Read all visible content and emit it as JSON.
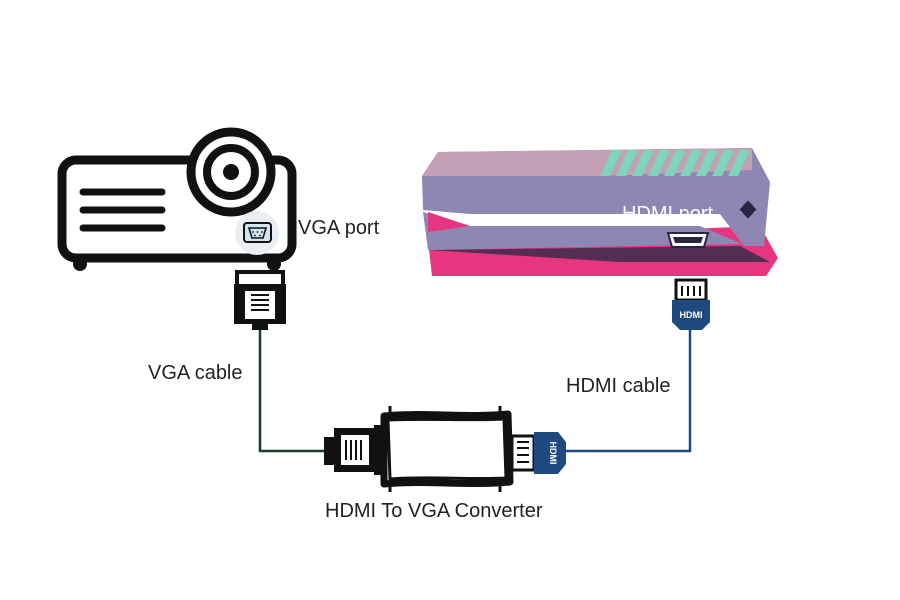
{
  "labels": {
    "vga_port": "VGA port",
    "hdmi_port": "HDMI port",
    "vga_cable": "VGA cable",
    "hdmi_cable": "HDMI cable",
    "converter": "HDMI To VGA Converter",
    "hdmi_plug_text": "HDMI"
  },
  "icons": {
    "projector": "projector-icon",
    "game_console": "game-console-icon",
    "vga_connector": "vga-connector-icon",
    "hdmi_connector": "hdmi-connector-icon",
    "converter": "converter-box-icon"
  },
  "colors": {
    "console_top": "#c9a3b3",
    "console_body": "#8e86b3",
    "console_pink": "#e8357f",
    "console_dark": "#3a2b4a",
    "vent": "#7fd3b8",
    "hdmi_blue": "#1e4a80",
    "vga_cable": "#1f3b2a",
    "outline": "#111111"
  }
}
